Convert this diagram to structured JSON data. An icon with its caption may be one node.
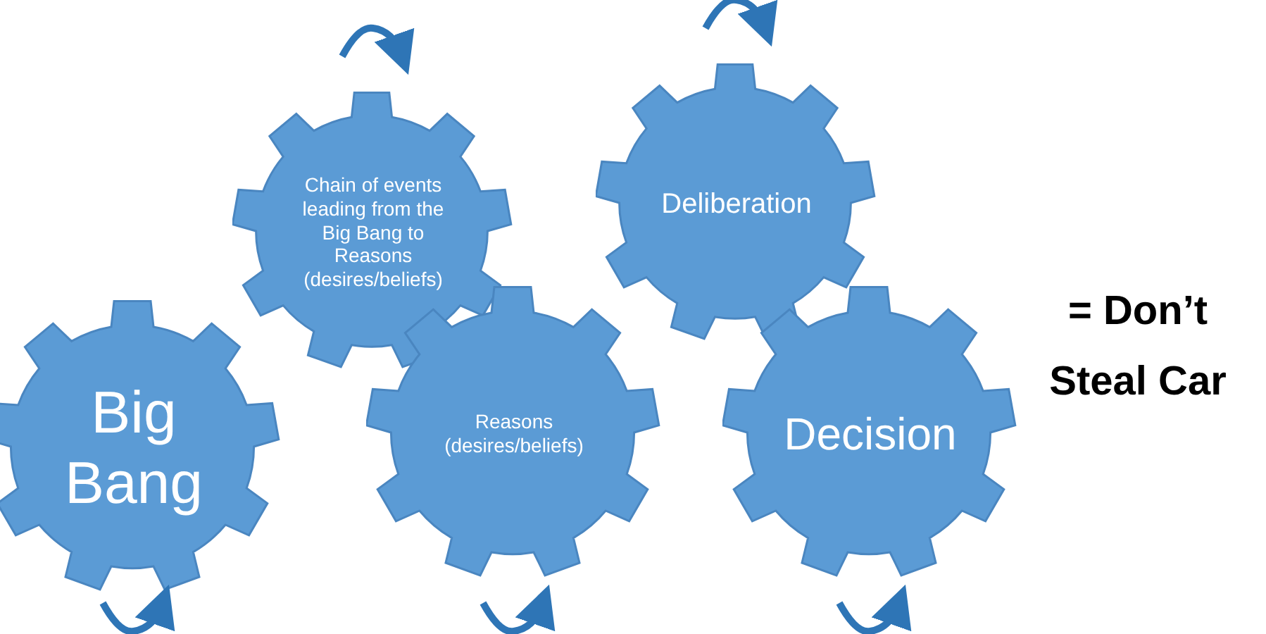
{
  "diagram": {
    "nodes": [
      {
        "text": [
          "Chain of events leading from the Big Bang to Reasons (desires/beliefs)"
        ]
      },
      {
        "text": [
          "Deliberation"
        ]
      },
      {
        "text": [
          "Big Bang"
        ]
      },
      {
        "text": [
          "Reasons (desires/beliefs)"
        ]
      },
      {
        "text": [
          "Decision"
        ]
      }
    ],
    "labels": [
      "= Don’t Steal Car"
    ]
  }
}
